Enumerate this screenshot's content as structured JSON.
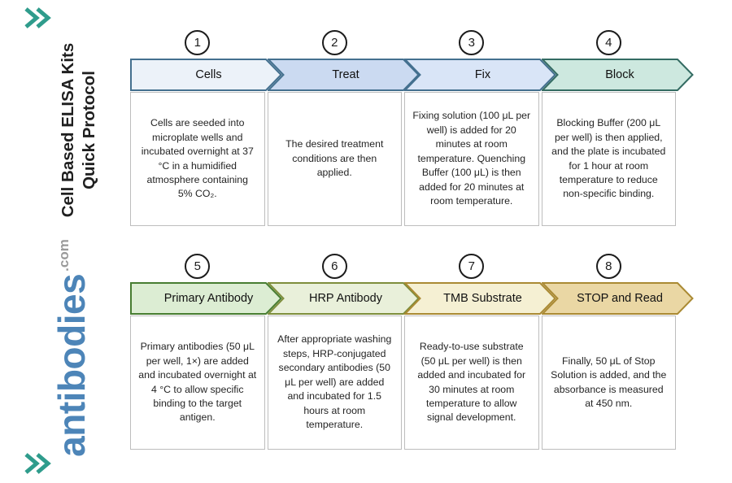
{
  "sidebar": {
    "title_line1": "Cell Based ELISA Kits",
    "title_line2": "Quick Protocol",
    "logo": "antibodies",
    "logo_suffix": ".com",
    "logo_color": "#4d85b8"
  },
  "decor": {
    "corner_chevron_color": "#2f9c8c"
  },
  "steps": [
    {
      "number": "1",
      "label": "Cells",
      "description": "Cells are seeded into microplate wells and incubated overnight at 37 °C in a humidified atmosphere containing 5% CO₂.",
      "fill": "#ecf2f9",
      "border": "#44708f",
      "first_in_row": true
    },
    {
      "number": "2",
      "label": "Treat",
      "description": "The desired treatment conditions are then applied.",
      "fill": "#cbdaf1",
      "border": "#44708f",
      "first_in_row": false
    },
    {
      "number": "3",
      "label": "Fix",
      "description": "Fixing solution (100 μL per well) is added for 20 minutes at room temperature. Quenching Buffer (100 μL) is then added for 20 minutes at room temperature.",
      "fill": "#d9e5f7",
      "border": "#44708f",
      "first_in_row": false
    },
    {
      "number": "4",
      "label": "Block",
      "description": "Blocking Buffer (200 μL per well) is then applied, and the plate is incubated for 1 hour at room temperature to reduce non-specific binding.",
      "fill": "#cde8df",
      "border": "#336b62",
      "first_in_row": false
    },
    {
      "number": "5",
      "label": "Primary Antibody",
      "description": "Primary antibodies (50 μL per well, 1×) are added and incubated overnight at 4 °C to allow specific binding to the target antigen.",
      "fill": "#dcedd3",
      "border": "#477d31",
      "first_in_row": true
    },
    {
      "number": "6",
      "label": "HRP Antibody",
      "description": "After appropriate washing steps, HRP-conjugated secondary antibodies (50 μL per well) are added and incubated for 1.5 hours at room temperature.",
      "fill": "#e9f0da",
      "border": "#7e8e3c",
      "first_in_row": false
    },
    {
      "number": "7",
      "label": "TMB Substrate",
      "description": "Ready-to-use substrate (50 μL per well) is then added and incubated for 30 minutes at room temperature to allow signal development.",
      "fill": "#f5f0d3",
      "border": "#aa8a33",
      "first_in_row": false
    },
    {
      "number": "8",
      "label": "STOP and Read",
      "description": "Finally, 50 μL of Stop Solution is added, and the absorbance is measured at 450 nm.",
      "fill": "#ead7a4",
      "border": "#aa8a33",
      "first_in_row": false
    }
  ]
}
